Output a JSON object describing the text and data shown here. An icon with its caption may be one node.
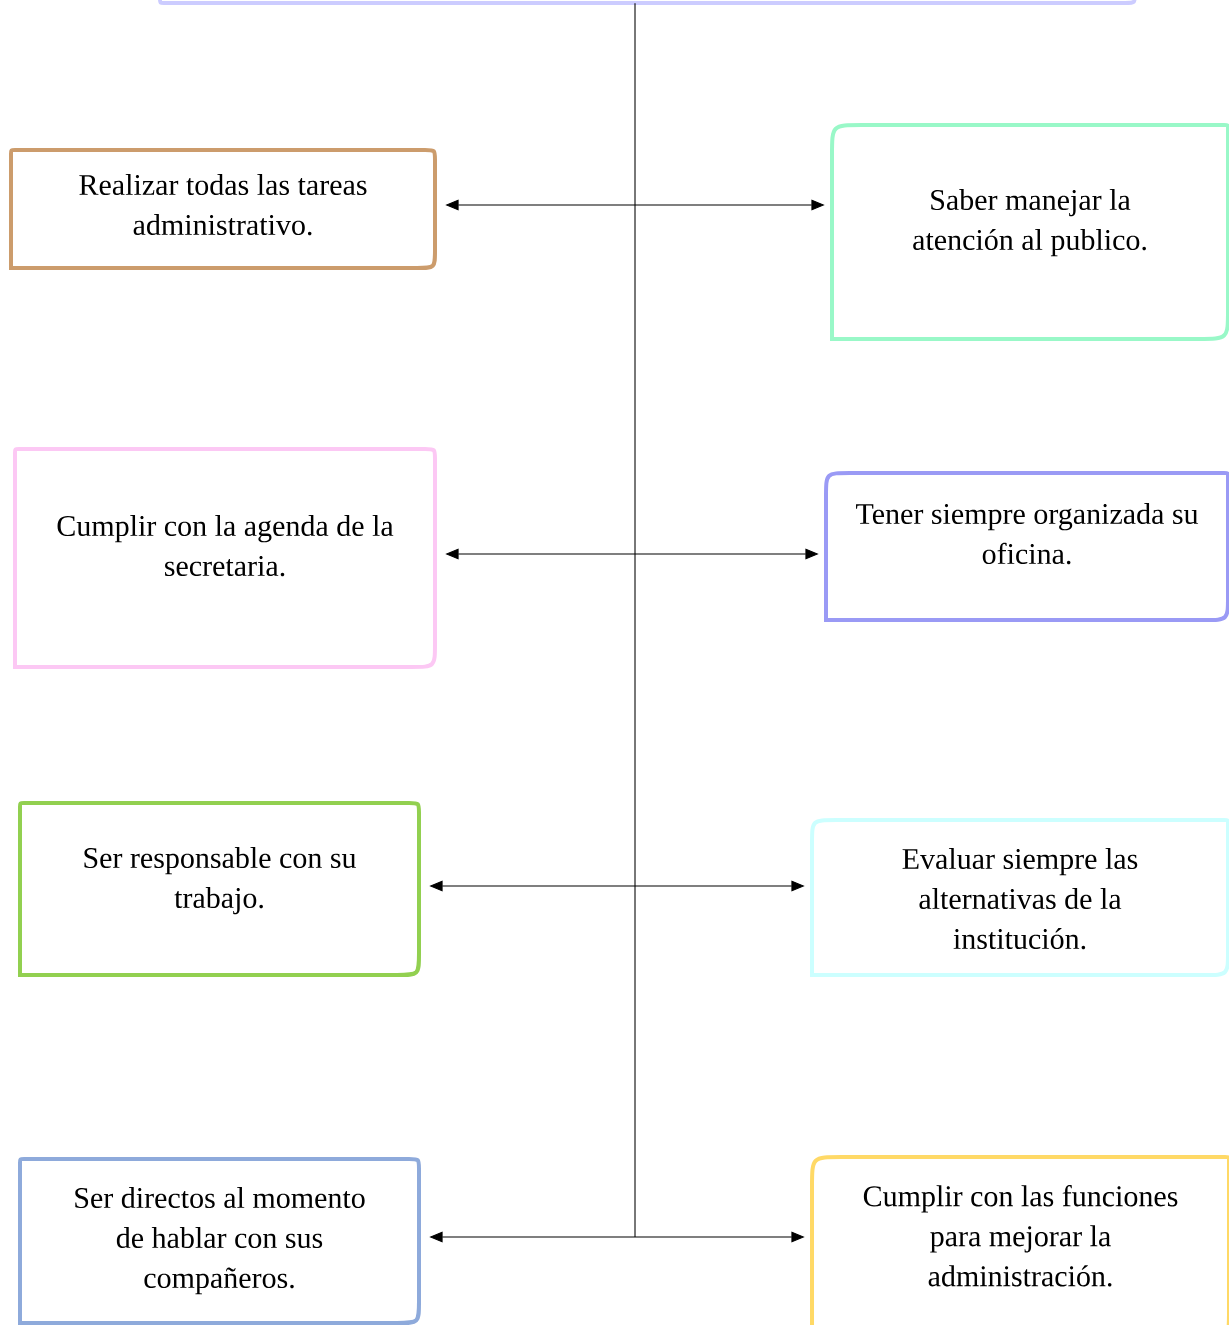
{
  "diagram": {
    "nodes": [
      {
        "text": [],
        "shape": "box"
      },
      {
        "text": [
          "Realizar todas las tareas administrativo."
        ]
      },
      {
        "text": [
          "Saber manejar la atención al publico."
        ]
      },
      {
        "text": [
          "Cumplir con la agenda de la secretaria."
        ]
      },
      {
        "text": [
          "Tener siempre organizada su oficina."
        ]
      },
      {
        "text": [
          "Ser responsable con su trabajo."
        ]
      },
      {
        "text": [
          "Evaluar siempre las alternativas de la institución."
        ]
      },
      {
        "text": [
          "Ser directos al momento de hablar con sus compañeros."
        ]
      },
      {
        "text": [
          "Cumplir con las funciones para mejorar la administración."
        ]
      }
    ],
    "edges": [
      {
        "from": 0,
        "to": null,
        "arrow": "none"
      },
      {
        "from": 1,
        "to": 2,
        "arrow": "both"
      },
      {
        "from": 3,
        "to": 4,
        "arrow": "both"
      },
      {
        "from": 5,
        "to": 6,
        "arrow": "both"
      },
      {
        "from": 7,
        "to": 8,
        "arrow": "both"
      }
    ]
  }
}
